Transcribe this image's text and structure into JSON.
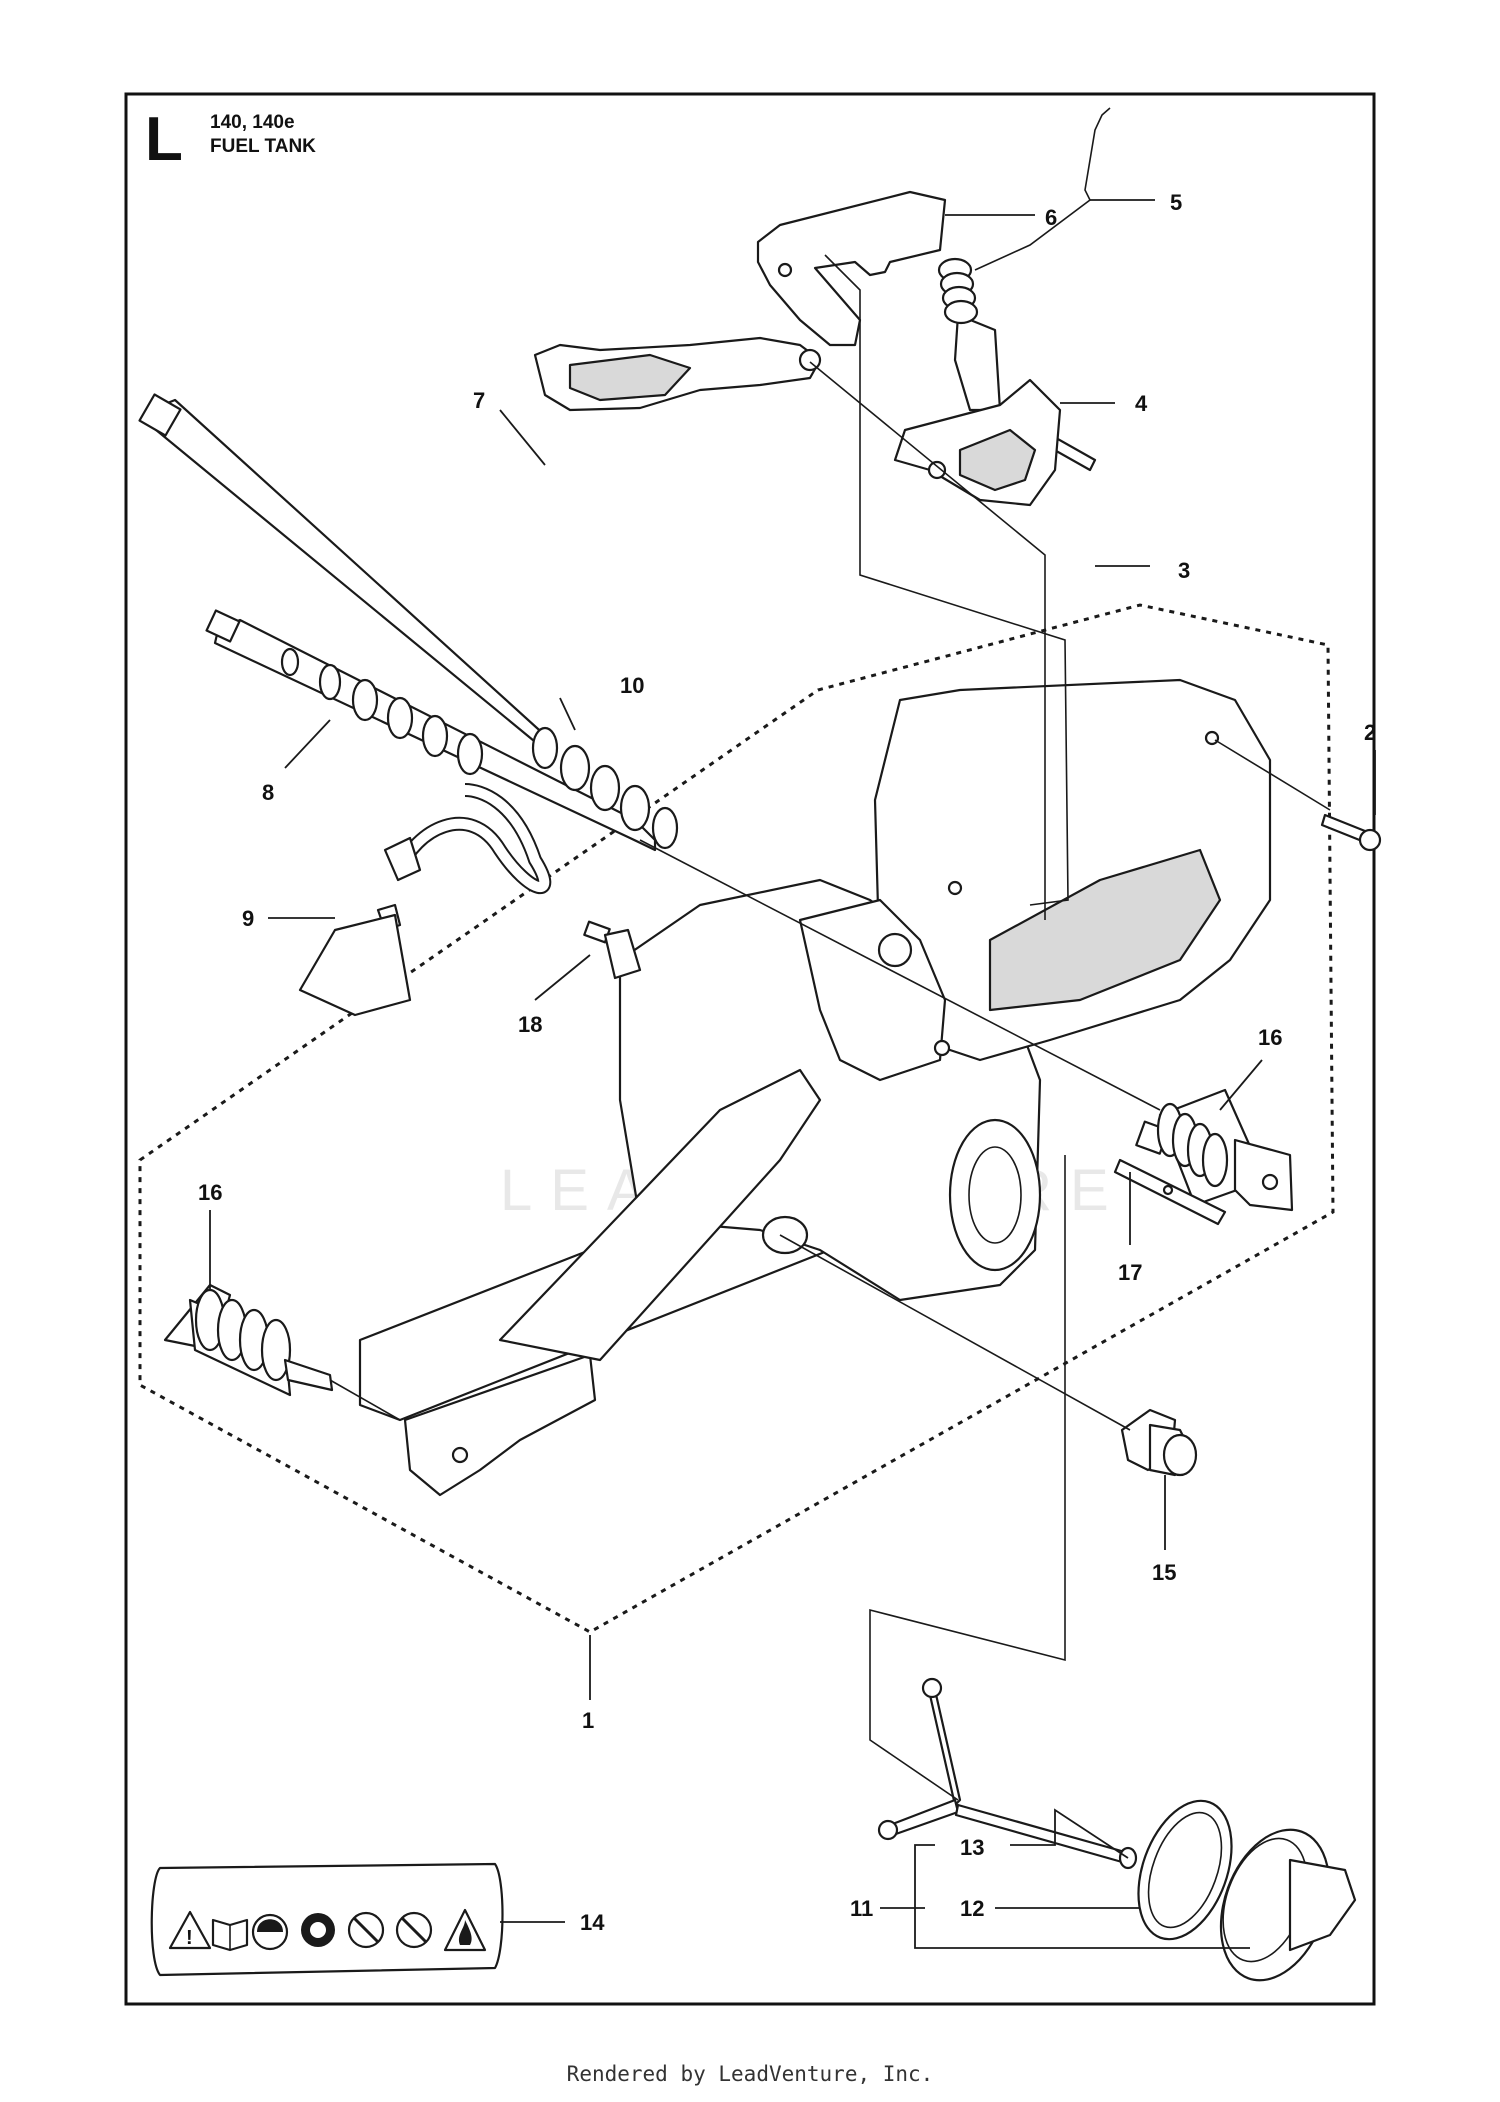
{
  "header": {
    "section_letter": "L",
    "models": "140, 140e",
    "title": "FUEL TANK"
  },
  "watermark": "LEADVENTURE",
  "callouts": [
    "1",
    "2",
    "3",
    "4",
    "5",
    "6",
    "7",
    "8",
    "9",
    "10",
    "11",
    "12",
    "13",
    "14",
    "15",
    "16",
    "16",
    "17",
    "18"
  ],
  "footer_text": "Rendered by LeadVenture, Inc."
}
